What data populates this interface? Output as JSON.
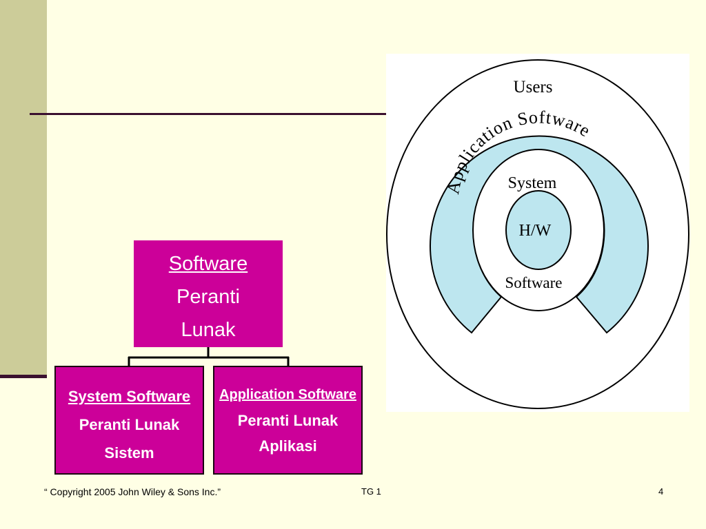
{
  "org_chart": {
    "root": {
      "title": "Software",
      "line2": "Peranti",
      "line3": "Lunak"
    },
    "children": [
      {
        "title": "System Software",
        "line2": "Peranti Lunak",
        "line3": "Sistem"
      },
      {
        "title": "Application Software",
        "line2": "Peranti Lunak",
        "line3": "Aplikasi"
      }
    ]
  },
  "diagram": {
    "outer": "Users",
    "ring": "Application Software",
    "inner_top": "System",
    "inner_bottom": "Software",
    "core": "H/W"
  },
  "footer": {
    "copyright": "“ Copyright 2005 John Wiley & Sons Inc.”",
    "center": "TG 1",
    "page": "4"
  },
  "colors": {
    "background": "#ffffe5",
    "sidebar": "#cccc99",
    "box_fill": "#cc0099",
    "ring_fill": "#bde6ef"
  }
}
